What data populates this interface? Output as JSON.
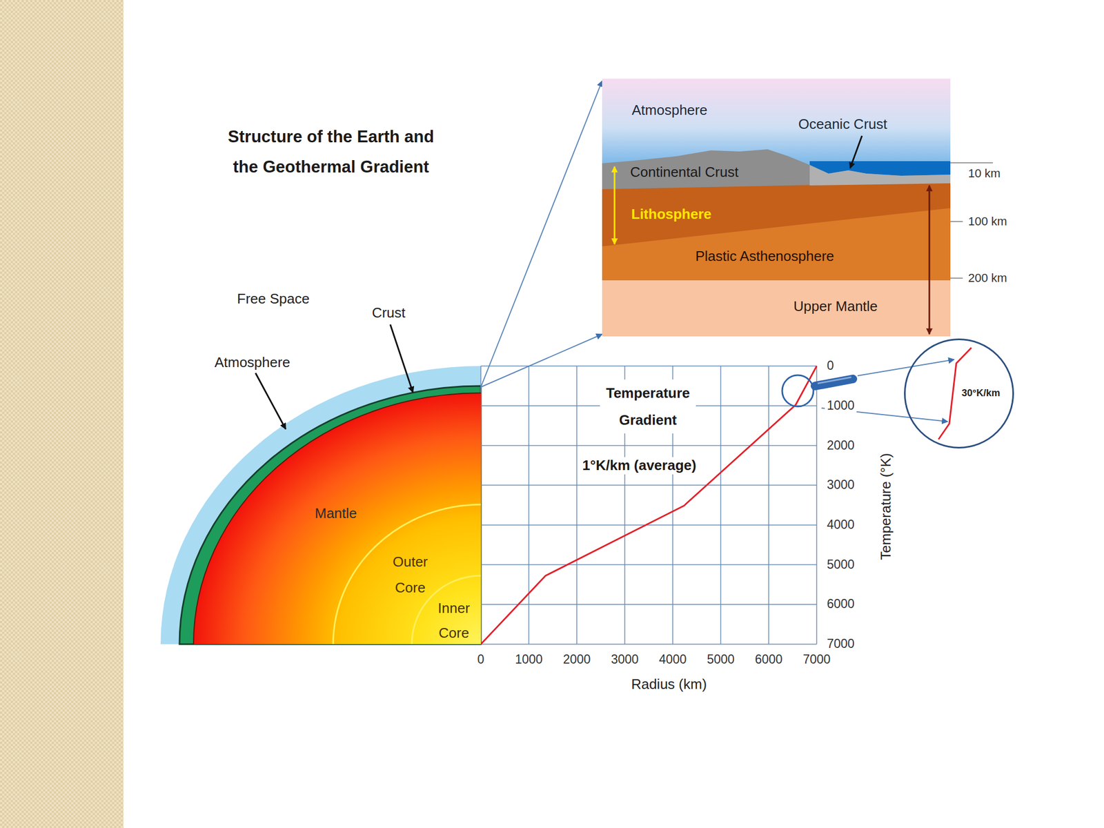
{
  "diagram": {
    "title": "Structure of the Earth and the Geothermal Gradient",
    "nodes": [
      {
        "text": [
          "Atmosphere",
          "Oceanic Crust",
          "Continental Crust",
          "Lithosphere",
          "Plastic Asthenosphere",
          "Upper Mantle"
        ]
      },
      {
        "text": [
          "Mantle"
        ]
      },
      {
        "text": [
          "Outer Core"
        ],
        "in": 1
      },
      {
        "text": [
          "Inner Core"
        ],
        "in": 2
      },
      {
        "text": [
          "Temperature Gradient",
          "1°K/km (average)"
        ]
      },
      {
        "text": [
          "30°K/km"
        ]
      }
    ],
    "edges": [
      {
        "from": 4,
        "to": 0,
        "arrow": "to"
      },
      {
        "from": 4,
        "to": 0,
        "arrow": "to"
      }
    ],
    "labels": [
      "Free Space",
      "Crust",
      "Atmosphere",
      "10 km",
      "100 km",
      "200 km",
      "0",
      "1000",
      "2000",
      "3000",
      "4000",
      "5000",
      "6000",
      "7000",
      "Temperature (°K)",
      "0",
      "1000",
      "2000",
      "3000",
      "4000",
      "5000",
      "6000",
      "7000",
      "Radius (km)"
    ]
  }
}
